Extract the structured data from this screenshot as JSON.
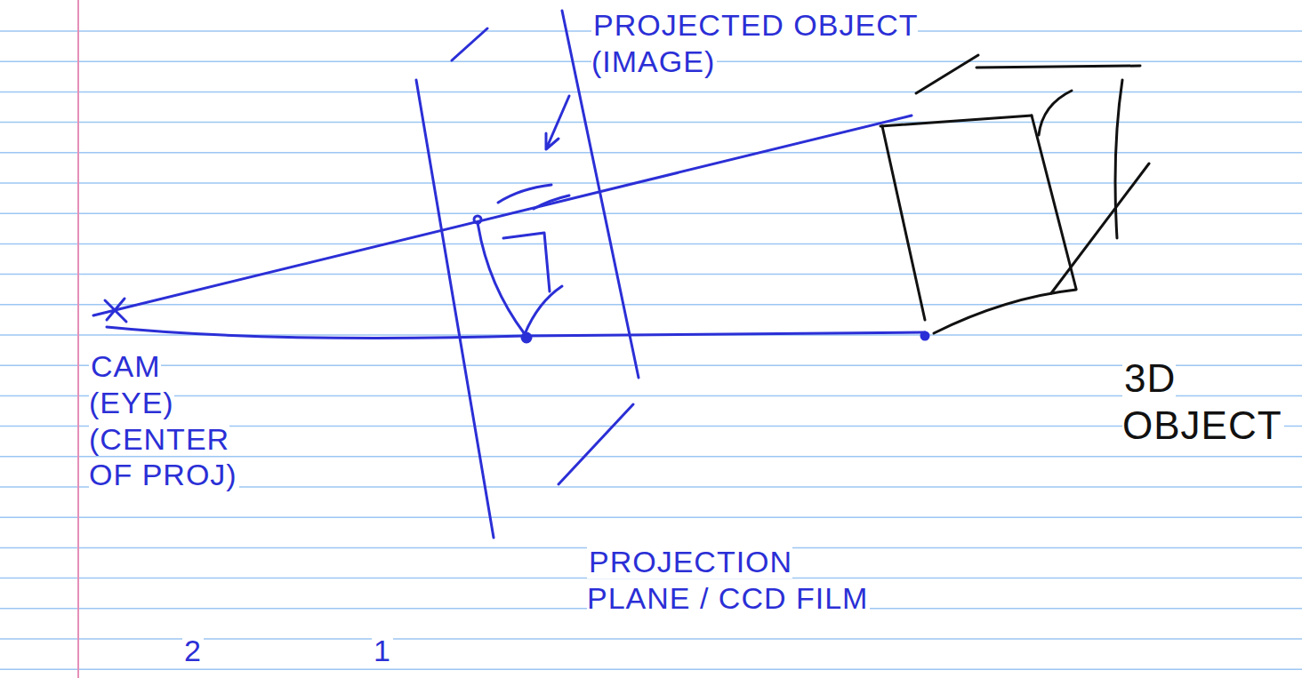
{
  "diagram": {
    "labels": [
      "PROJECTED OBJECT (IMAGE)",
      "CAM (EYE) (CENTER OF PROJ)",
      "PROJECTION PLANE / CCD FILM",
      "3D OBJECT",
      "2",
      "1"
    ]
  }
}
